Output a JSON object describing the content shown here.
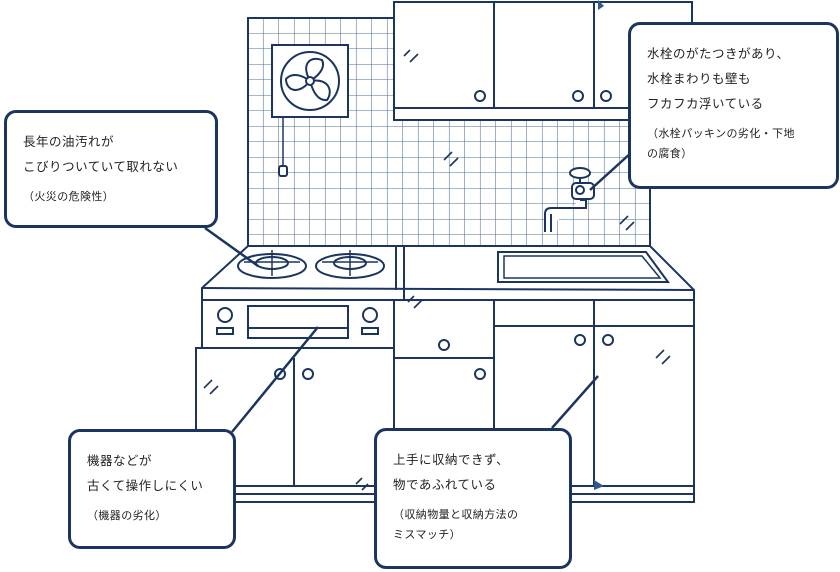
{
  "colors": {
    "line": "#1b3560",
    "tile": "#dfe7f0",
    "accent": "#2f5a8c",
    "background": "#ffffff"
  },
  "callouts": {
    "grease": {
      "line1": "長年の油汚れが",
      "line2": "こびりついていて取れない",
      "note": "（火災の危険性）"
    },
    "faucet": {
      "line1": "水栓のがたつきがあり、",
      "line2": "水栓まわりも壁も",
      "line3": "フカフカ浮いている",
      "note1": "（水栓パッキンの劣化・下地",
      "note2": "の腐食）"
    },
    "appliance": {
      "line1": "機器などが",
      "line2": "古くて操作しにくい",
      "note": "（機器の劣化）"
    },
    "storage": {
      "line1": "上手に収納できず、",
      "line2": "物であふれている",
      "note1": "（収納物量と収納方法の",
      "note2": "ミスマッチ）"
    }
  }
}
